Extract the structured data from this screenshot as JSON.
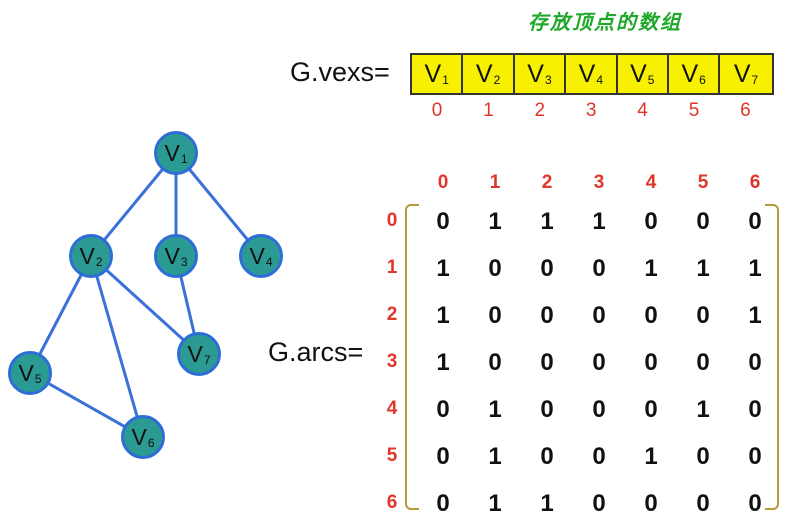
{
  "title": "存放顶点的数组",
  "vexs_label": "G.vexs=",
  "arcs_label": "G.arcs=",
  "vertex_letter": "V",
  "vertices": [
    "1",
    "2",
    "3",
    "4",
    "5",
    "6",
    "7"
  ],
  "indices": [
    "0",
    "1",
    "2",
    "3",
    "4",
    "5",
    "6"
  ],
  "matrix": [
    [
      "0",
      "1",
      "1",
      "1",
      "0",
      "0",
      "0"
    ],
    [
      "1",
      "0",
      "0",
      "0",
      "1",
      "1",
      "1"
    ],
    [
      "1",
      "0",
      "0",
      "0",
      "0",
      "0",
      "1"
    ],
    [
      "1",
      "0",
      "0",
      "0",
      "0",
      "0",
      "0"
    ],
    [
      "0",
      "1",
      "0",
      "0",
      "0",
      "1",
      "0"
    ],
    [
      "0",
      "1",
      "0",
      "0",
      "1",
      "0",
      "0"
    ],
    [
      "0",
      "1",
      "1",
      "0",
      "0",
      "0",
      "0"
    ]
  ],
  "colors": {
    "title": "#1fa82a",
    "index": "#e0352b",
    "array_fill": "#f7f000",
    "node_fill": "#2a9a93",
    "node_border": "#2f6dd6",
    "edge": "#3b72d8",
    "bracket": "#b69a3e"
  }
}
